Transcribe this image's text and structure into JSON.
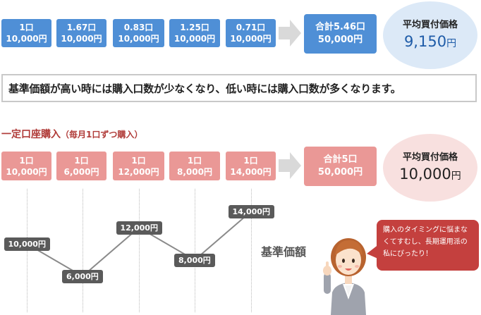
{
  "top_row": {
    "units": [
      {
        "units": "1口",
        "amount": "10,000円"
      },
      {
        "units": "1.67口",
        "amount": "10,000円"
      },
      {
        "units": "0.83口",
        "amount": "10,000円"
      },
      {
        "units": "1.25口",
        "amount": "10,000円"
      },
      {
        "units": "0.71口",
        "amount": "10,000円"
      }
    ],
    "total": {
      "units": "合計5.46口",
      "amount": "50,000円"
    },
    "average": {
      "label": "平均買付価格",
      "value": "9,150",
      "unit": "円"
    }
  },
  "note": "基準価額が高い時には購入口数が少なくなり、低い時には購入口数が多くなります。",
  "section": {
    "title": "一定口座購入",
    "subtitle": "（毎月1口ずつ購入）"
  },
  "bottom_row": {
    "units": [
      {
        "units": "1口",
        "amount": "10,000円"
      },
      {
        "units": "1口",
        "amount": "6,000円"
      },
      {
        "units": "1口",
        "amount": "12,000円"
      },
      {
        "units": "1口",
        "amount": "8,000円"
      },
      {
        "units": "1口",
        "amount": "14,000円"
      }
    ],
    "total": {
      "units": "合計5口",
      "amount": "50,000円"
    },
    "average": {
      "label": "平均買付価格",
      "value": "10,000",
      "unit": "円"
    }
  },
  "price_chart": {
    "axis_title": "基準価額",
    "points": [
      {
        "value": 10000,
        "label": "10,000円"
      },
      {
        "value": 6000,
        "label": "6,000円"
      },
      {
        "value": 12000,
        "label": "12,000円"
      },
      {
        "value": 8000,
        "label": "8,000円"
      },
      {
        "value": 14000,
        "label": "14,000円"
      }
    ]
  },
  "speech_bubble": "購入のタイミングに悩まなくてすむし、長期運用派の私にぴったり！",
  "colors": {
    "blue": "#4f8fd6",
    "pink": "#ea9896",
    "red": "#c4403e"
  }
}
